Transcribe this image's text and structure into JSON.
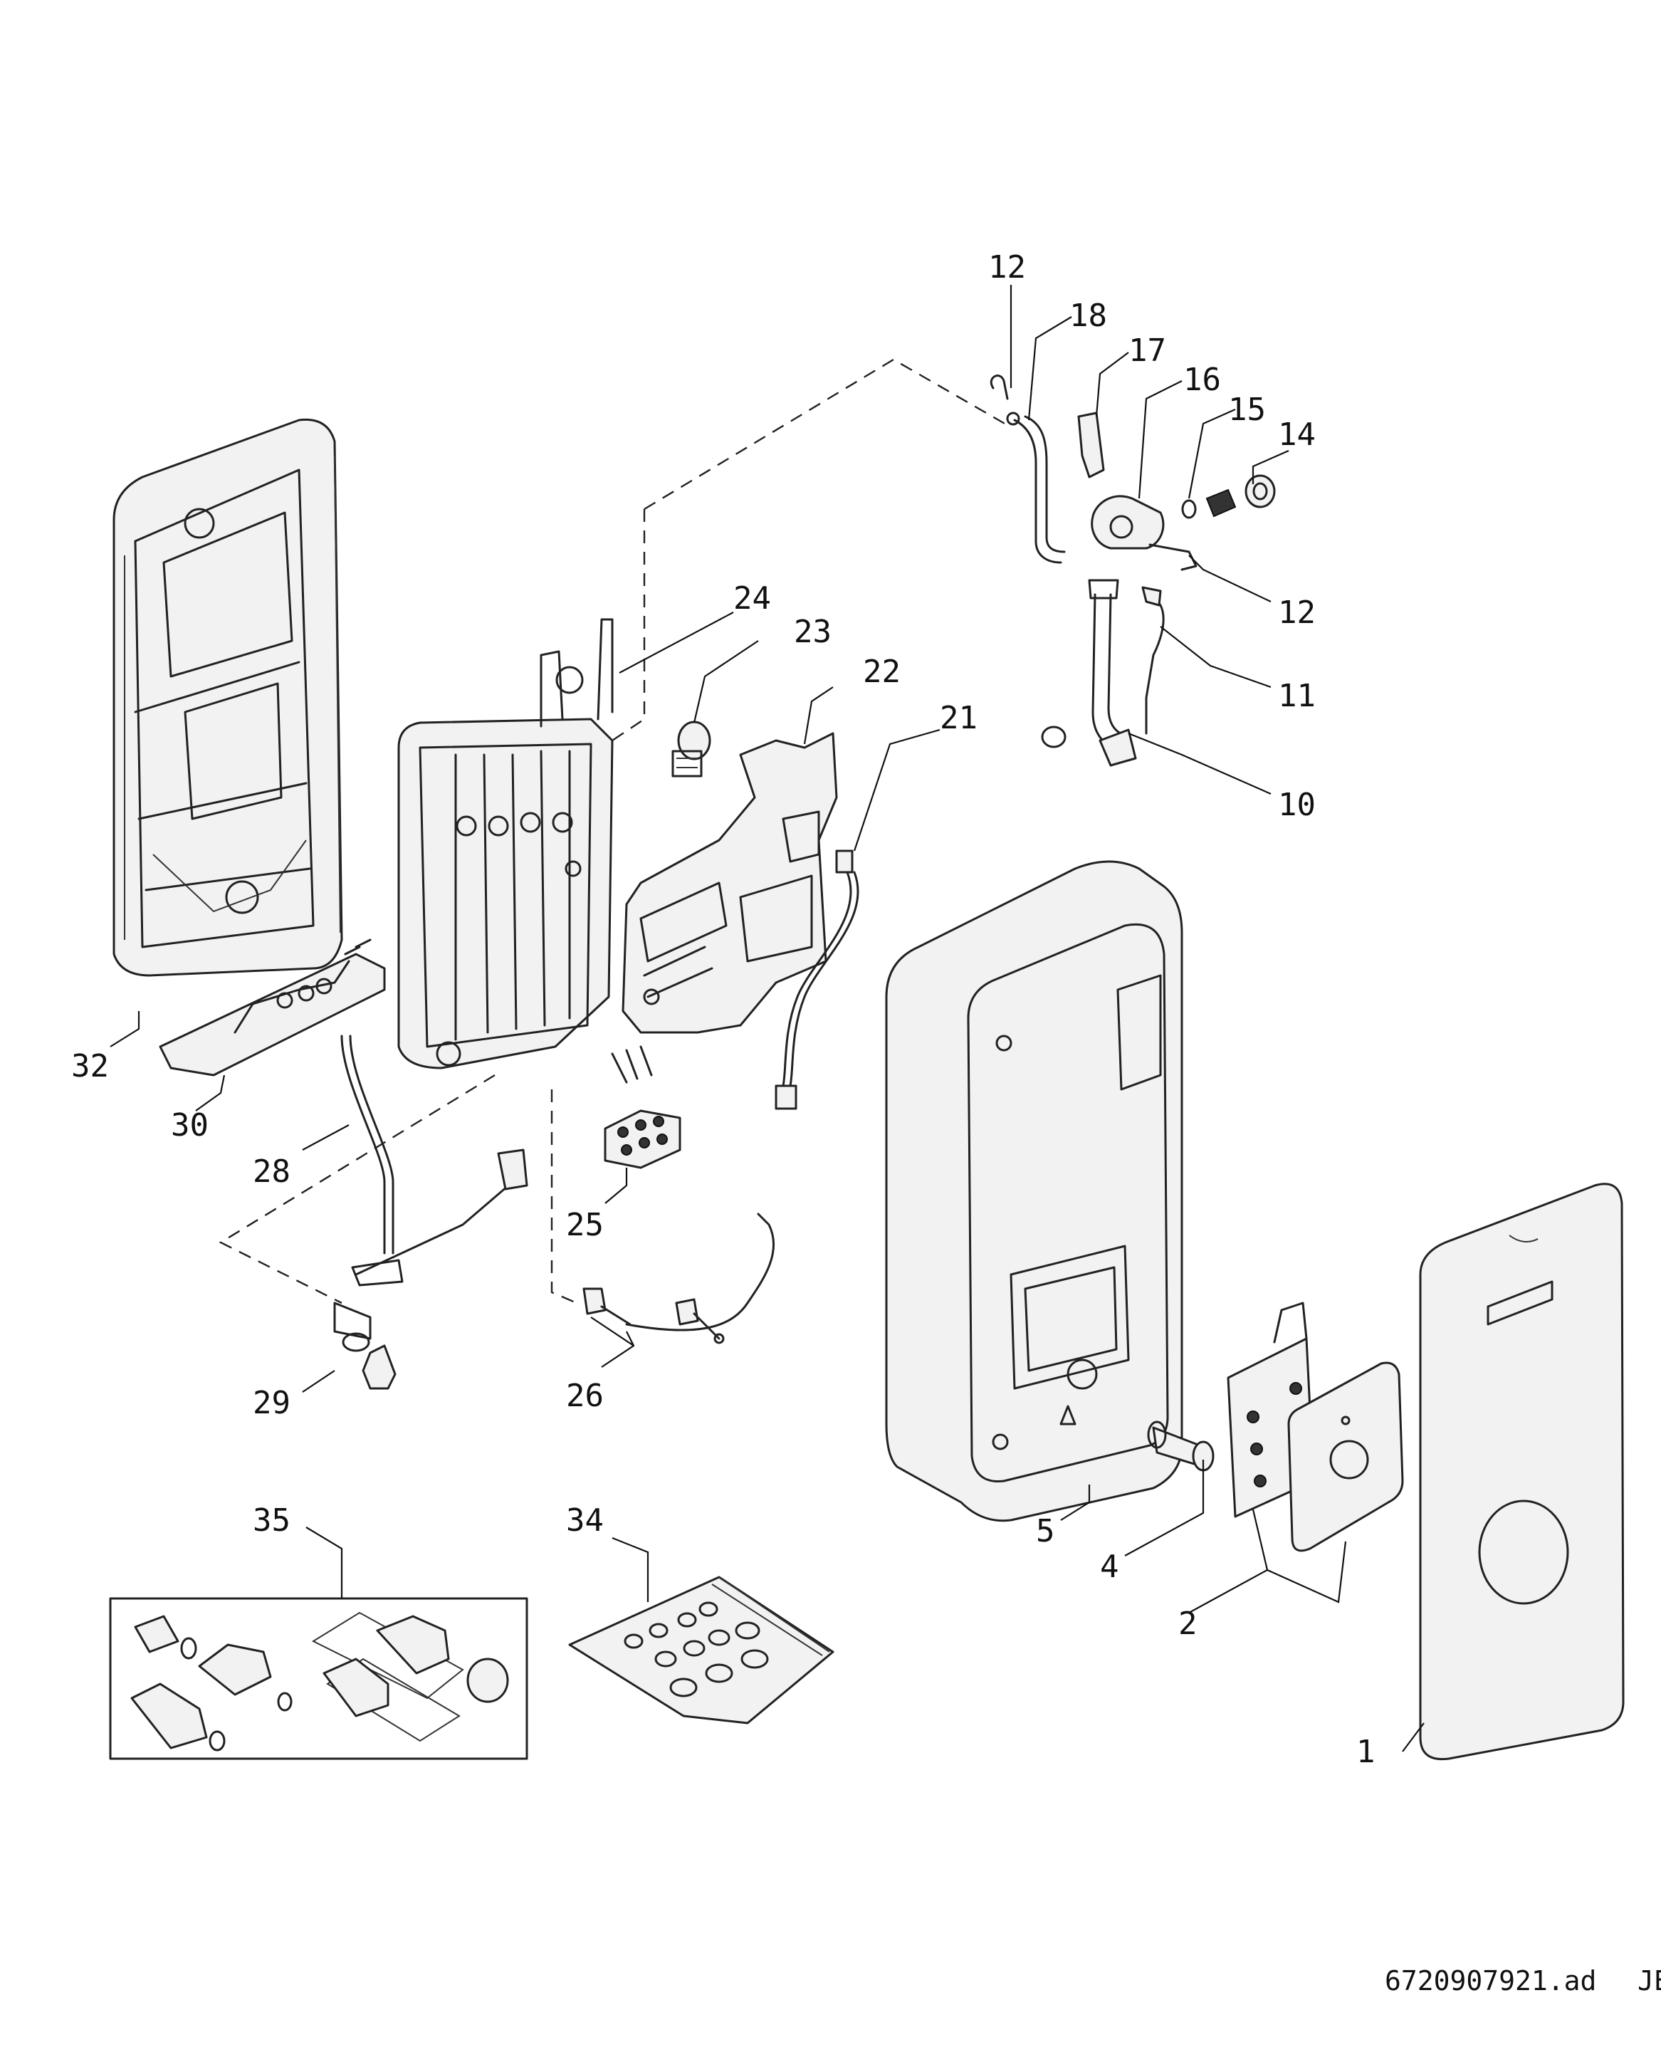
{
  "callouts": [
    {
      "id": "c1",
      "label": "1"
    },
    {
      "id": "c2",
      "label": "2"
    },
    {
      "id": "c4",
      "label": "4"
    },
    {
      "id": "c5",
      "label": "5"
    },
    {
      "id": "c10",
      "label": "10"
    },
    {
      "id": "c11",
      "label": "11"
    },
    {
      "id": "c12a",
      "label": "12"
    },
    {
      "id": "c12b",
      "label": "12"
    },
    {
      "id": "c14",
      "label": "14"
    },
    {
      "id": "c15",
      "label": "15"
    },
    {
      "id": "c16",
      "label": "16"
    },
    {
      "id": "c17",
      "label": "17"
    },
    {
      "id": "c18",
      "label": "18"
    },
    {
      "id": "c21",
      "label": "21"
    },
    {
      "id": "c22",
      "label": "22"
    },
    {
      "id": "c23",
      "label": "23"
    },
    {
      "id": "c24",
      "label": "24"
    },
    {
      "id": "c25",
      "label": "25"
    },
    {
      "id": "c26",
      "label": "26"
    },
    {
      "id": "c28",
      "label": "28"
    },
    {
      "id": "c29",
      "label": "29"
    },
    {
      "id": "c30",
      "label": "30"
    },
    {
      "id": "c32",
      "label": "32"
    },
    {
      "id": "c34",
      "label": "34"
    },
    {
      "id": "c35",
      "label": "35"
    }
  ],
  "drawing_ref": "6720907921.ad",
  "drawing_ref_suffix": "JE"
}
